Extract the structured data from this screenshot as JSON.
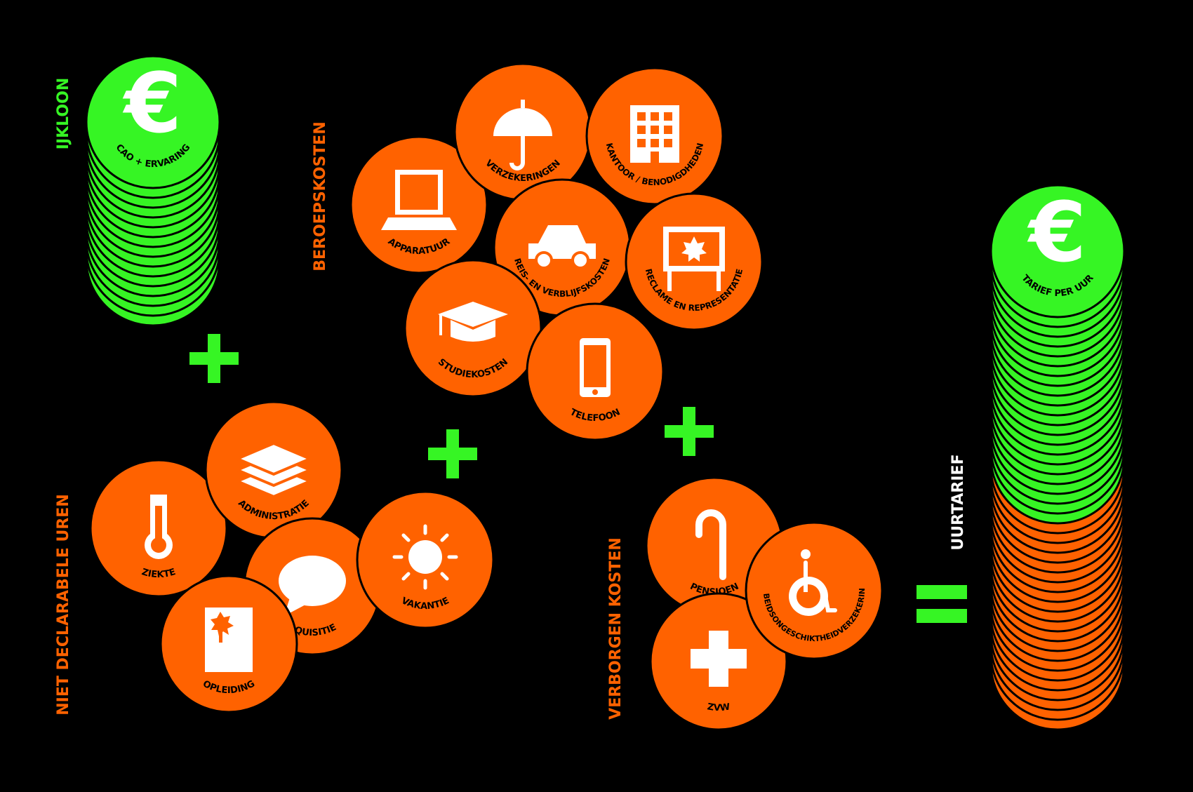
{
  "colors": {
    "background": "#000000",
    "orange": "#ff6200",
    "green": "#36f524",
    "white": "#ffffff",
    "outline": "#0a0a0a"
  },
  "groups": {
    "ijkloon": "IJKLOON",
    "beroepskosten": "BEROEPSKOSTEN",
    "niet_declarabele_uren": "NIET DECLARABELE UREN",
    "verborgen_kosten": "VERBORGEN KOSTEN",
    "uurtarief": "UURTARIEF"
  },
  "coins": {
    "cao_ervaring": {
      "label": "CAO + ERVARING",
      "icon": "euro-icon"
    },
    "apparatuur": {
      "label": "APPARATUUR",
      "icon": "laptop-icon"
    },
    "verzekeringen": {
      "label": "VERZEKERINGEN",
      "icon": "umbrella-icon"
    },
    "kantoor": {
      "label": "KANTOOR / BENODIGDHEDEN",
      "icon": "building-icon"
    },
    "reis": {
      "label": "REIS- EN VERBLIJFSKOSTEN",
      "icon": "car-icon"
    },
    "reclame": {
      "label": "RECLAME EN REPRESENTATIE",
      "icon": "billboard-icon"
    },
    "studiekosten": {
      "label": "STUDIEKOSTEN",
      "icon": "graduation-cap-icon"
    },
    "telefoon": {
      "label": "TELEFOON",
      "icon": "phone-icon"
    },
    "ziekte": {
      "label": "ZIEKTE",
      "icon": "thermometer-icon"
    },
    "administratie": {
      "label": "ADMINISTRATIE",
      "icon": "layers-icon"
    },
    "acquisitie": {
      "label": "AQUISITIE",
      "icon": "speech-bubble-icon"
    },
    "vakantie": {
      "label": "VAKANTIE",
      "icon": "sun-icon"
    },
    "opleiding": {
      "label": "OPLEIDING",
      "icon": "certificate-icon"
    },
    "pensioen": {
      "label": "PENSIOEN",
      "icon": "cane-icon"
    },
    "arbeidsongeschiktheid": {
      "label": "ARBEIDSONGESCHIKTHEIDVERZEKERING",
      "icon": "wheelchair-icon"
    },
    "zvw": {
      "label": "ZVW",
      "icon": "health-cross-icon"
    },
    "tarief_per_uur": {
      "label": "TARIEF PER UUR",
      "icon": "euro-icon"
    }
  },
  "operators": {
    "plus": "+",
    "equals": "="
  }
}
